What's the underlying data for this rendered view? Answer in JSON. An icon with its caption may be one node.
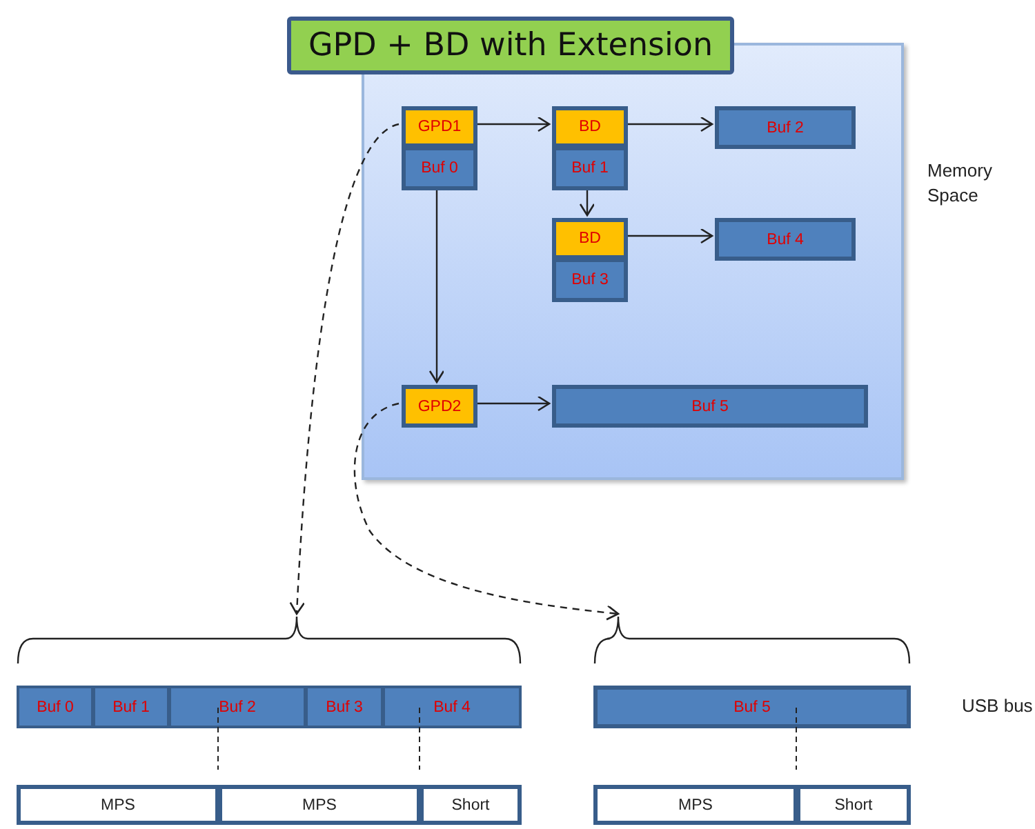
{
  "diagram": {
    "title": "GPD + BD with Extension",
    "nodes": [
      {
        "text": [
          "Memory Space"
        ]
      },
      {
        "text": [
          "GPD1"
        ],
        "in": 0
      },
      {
        "text": [
          "Buf 0"
        ],
        "in": 0
      },
      {
        "text": [
          "BD"
        ],
        "in": 0
      },
      {
        "text": [
          "Buf 1"
        ],
        "in": 0
      },
      {
        "text": [
          "Buf 2"
        ],
        "in": 0
      },
      {
        "text": [
          "BD"
        ],
        "in": 0
      },
      {
        "text": [
          "Buf 3"
        ],
        "in": 0
      },
      {
        "text": [
          "Buf 4"
        ],
        "in": 0
      },
      {
        "text": [
          "GPD2"
        ],
        "in": 0
      },
      {
        "text": [
          "Buf 5"
        ],
        "in": 0
      },
      {
        "text": [],
        "shape": "bar"
      },
      {
        "text": [
          "Buf 0"
        ],
        "in": 11
      },
      {
        "text": [
          "Buf 1"
        ],
        "in": 11
      },
      {
        "text": [
          "Buf 2"
        ],
        "in": 11
      },
      {
        "text": [
          "Buf 3"
        ],
        "in": 11
      },
      {
        "text": [
          "Buf 4"
        ],
        "in": 11
      },
      {
        "text": [
          "Buf 5"
        ]
      },
      {
        "text": [
          "MPS"
        ]
      },
      {
        "text": [
          "MPS"
        ]
      },
      {
        "text": [
          "Short"
        ]
      },
      {
        "text": [
          "MPS"
        ]
      },
      {
        "text": [
          "Short"
        ]
      }
    ],
    "edges": [
      {
        "from": 1,
        "to": 3,
        "arrow": "to"
      },
      {
        "from": 3,
        "to": 5,
        "arrow": "to"
      },
      {
        "from": 4,
        "to": 6,
        "arrow": "to"
      },
      {
        "from": 6,
        "to": 8,
        "arrow": "to"
      },
      {
        "from": 2,
        "to": 9,
        "arrow": "to"
      },
      {
        "from": 9,
        "to": 10,
        "arrow": "to"
      },
      {
        "from": 1,
        "to": 11,
        "arrow": "to",
        "style": "dashed"
      },
      {
        "from": 9,
        "to": 17,
        "arrow": "to",
        "style": "dashed"
      }
    ],
    "labels": [
      "USB bus"
    ]
  }
}
